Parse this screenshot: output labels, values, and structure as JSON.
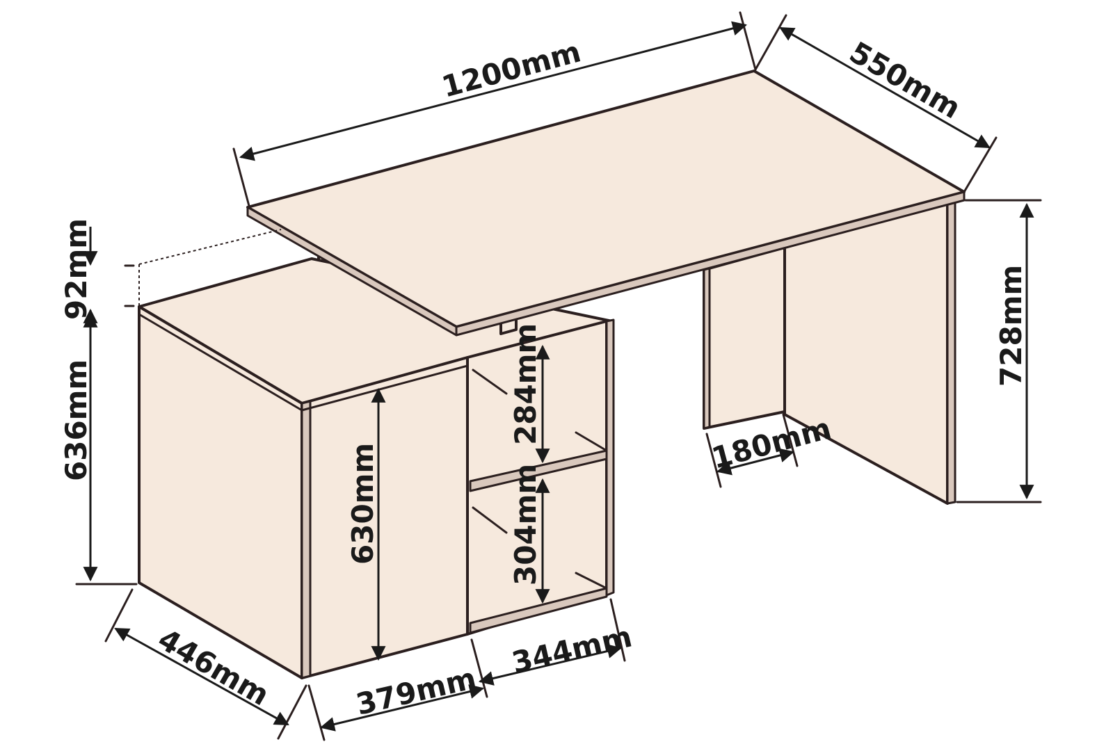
{
  "title": "",
  "dimensions": {
    "width_top": "1200mm",
    "depth_top": "550mm",
    "height_total": "728mm",
    "raise_gap": "92mm",
    "cabinet_height": "636mm",
    "door_height": "630mm",
    "shelf_upper": "284mm",
    "shelf_lower": "304mm",
    "leg_depth": "180mm",
    "cabinet_depth": "446mm",
    "door_width": "379mm",
    "shelf_width": "344mm"
  },
  "colors": {
    "wood_face": "#f6e9dd",
    "wood_edge": "#d9c8bd",
    "outline": "#2b1f1f"
  }
}
